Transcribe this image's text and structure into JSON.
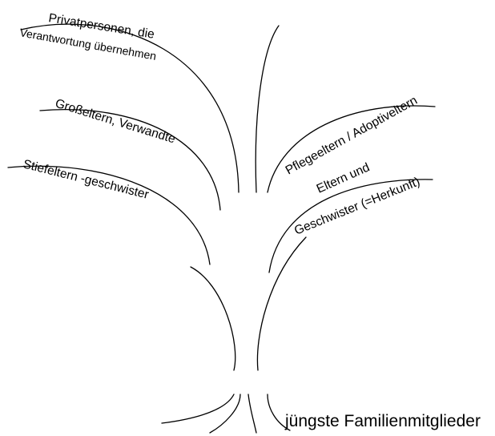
{
  "diagram": {
    "type": "family-tree-sketch",
    "line_color": "#000000",
    "background": "#ffffff",
    "labels": {
      "privatpersonen_line1": "Privatpersonen, die",
      "privatpersonen_line2": "Verantwortung übernehmen",
      "grosseltern": "Großeltern, Verwandte",
      "stiefeltern": "Stiefeltern -geschwister",
      "pflegeeltern": "Pflegeeltern / Adoptiveltern",
      "eltern_line1": "Eltern und",
      "eltern_line2": "Geschwister (=Herkunft)",
      "root": "jüngste Familienmitglieder"
    }
  }
}
